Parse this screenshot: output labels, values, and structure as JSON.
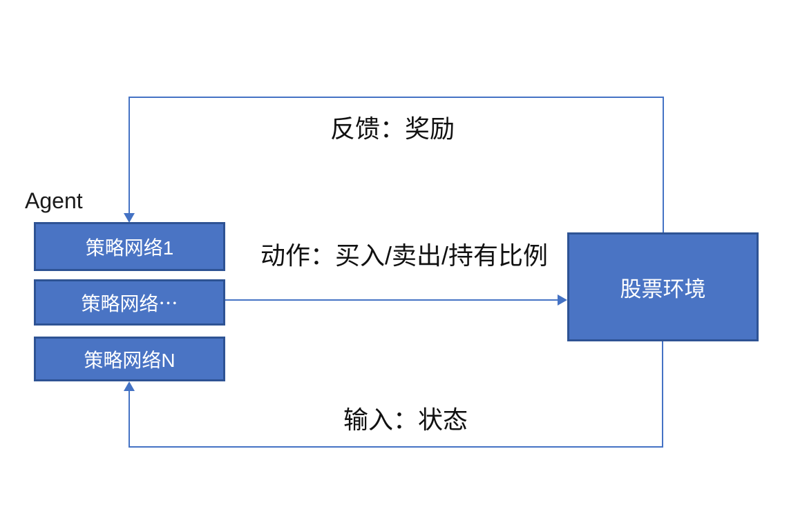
{
  "agent": {
    "label": "Agent"
  },
  "nodes": {
    "policy1": {
      "label": "策略网络1"
    },
    "policy2": {
      "label": "策略网络⋯"
    },
    "policyN": {
      "label": "策略网络N"
    },
    "environment": {
      "label": "股票环境"
    }
  },
  "edges": {
    "feedback": {
      "label": "反馈：奖励"
    },
    "action": {
      "label": "动作：买入/卖出/持有比例"
    },
    "input": {
      "label": "输入：状态"
    }
  },
  "colors": {
    "node_fill": "#4a74c4",
    "node_border": "#2e5394",
    "connector": "#4472c4",
    "node_text": "#ffffff",
    "label_text": "#111111",
    "background": "#ffffff"
  }
}
